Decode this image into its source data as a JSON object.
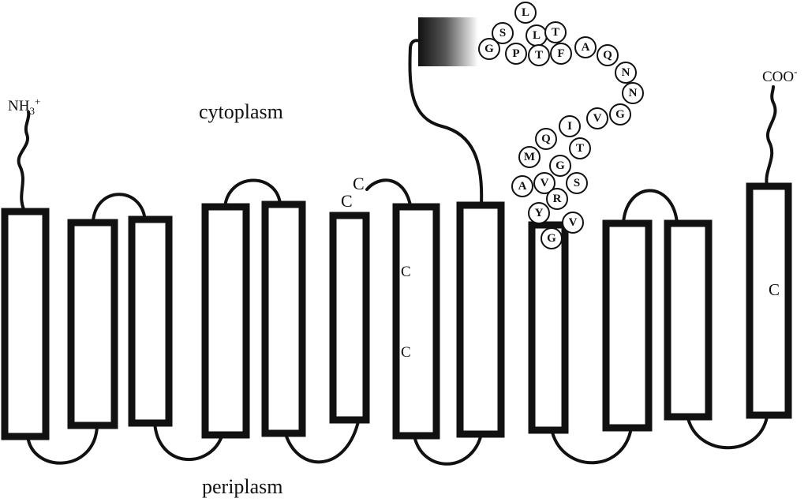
{
  "labels": {
    "n_terminus": "NH3+",
    "c_terminus": "COO-",
    "cytoplasm": "cytoplasm",
    "periplasm": "periplasm"
  },
  "cysteines": [
    "C",
    "C",
    "C",
    "C",
    "C"
  ],
  "helix_count": 12,
  "residues": [
    "L",
    "S",
    "L",
    "T",
    "G",
    "P",
    "T",
    "F",
    "A",
    "Q",
    "N",
    "N",
    "G",
    "V",
    "I",
    "Q",
    "T",
    "M",
    "G",
    "V",
    "S",
    "A",
    "R",
    "Y",
    "V",
    "G"
  ],
  "colors": {
    "stroke": "#111111",
    "background": "#ffffff"
  }
}
